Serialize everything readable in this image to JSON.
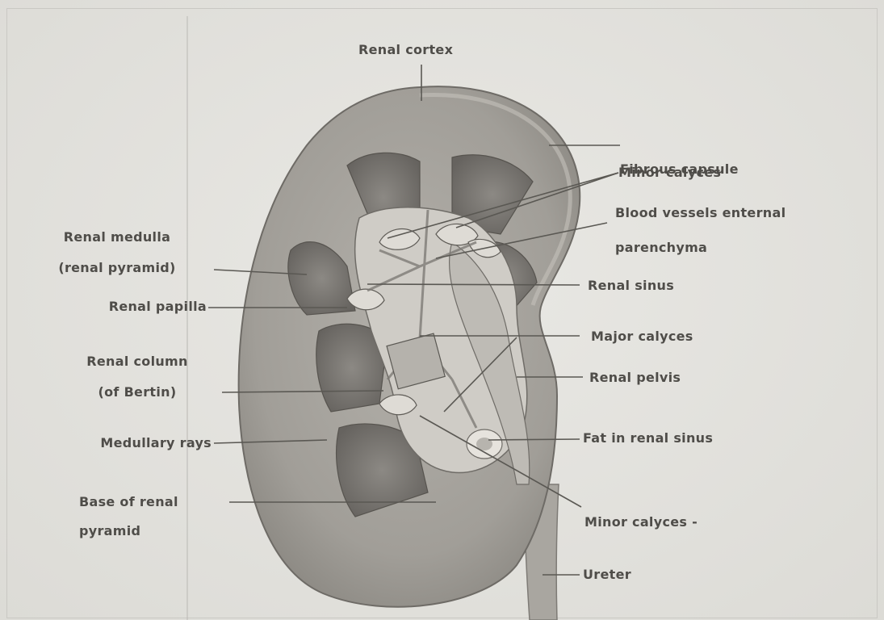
{
  "labels": {
    "renal_cortex": "Renal cortex",
    "fibrous_capsule": "Fibrous capsule",
    "minor_calyces_top": "Minor calyces",
    "blood_vessels": "Blood vessels enternal",
    "parenchyma": "parenchyma",
    "renal_medulla": "Renal medulla",
    "renal_pyramid": "(renal pyramid)",
    "renal_sinus": "Renal sinus",
    "renal_papilla": "Renal papilla",
    "major_calyces": "Major calyces",
    "renal_column": "Renal column",
    "of_bertin": "(of Bertin)",
    "renal_pelvis": "Renal pelvis",
    "medullary_rays": "Medullary rays",
    "fat_in_renal_sinus": "Fat in renal sinus",
    "base_of_renal": "Base of renal",
    "pyramid": "pyramid",
    "minor_calyces_bottom": "Minor calyces -",
    "ureter": "Ureter"
  },
  "colors": {
    "background": "#e4e3df",
    "cortex": "#a6a39d",
    "medulla": "#777470",
    "sinus": "#cfccc6",
    "leader_line": "#5a5853"
  }
}
